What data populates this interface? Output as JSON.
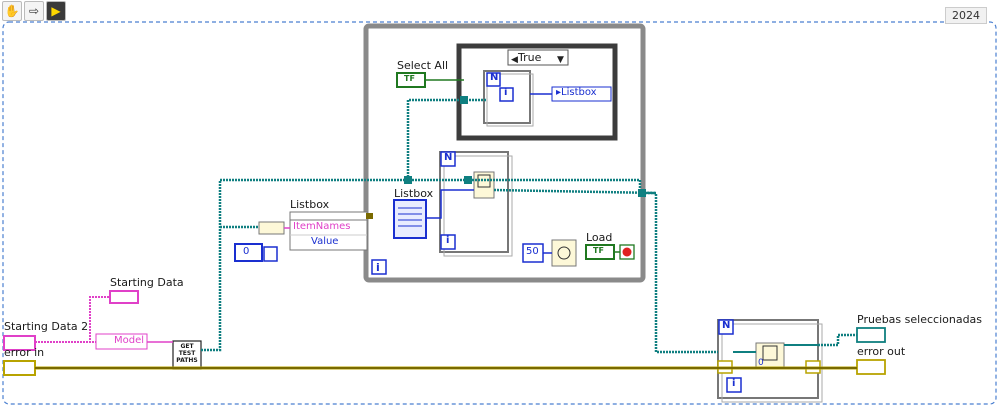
{
  "toolbar": {
    "icons": [
      "hand-icon",
      "arrow-right-icon",
      "run-arrow-icon"
    ]
  },
  "year": "2024",
  "labels": {
    "select_all": "Select All",
    "case_value": "True",
    "listbox_ref": "Listbox",
    "listbox_control": "Listbox",
    "listbox_node": "Listbox",
    "item_names": "ItemNames",
    "value": "Value",
    "load": "Load",
    "wait_ms": "50",
    "starting_data": "Starting Data",
    "starting_data_2": "Starting Data 2",
    "error_in": "error in",
    "model": "Model",
    "get_test_paths": "GET TEST PATHS",
    "pruebas": "Pruebas seleccionadas",
    "error_out": "error out",
    "zero_const": "0",
    "zero_idx": "0",
    "tf": "TF",
    "loop_n": "N",
    "loop_i": "i"
  },
  "colors": {
    "wire_blue": "#0f7f80",
    "wire_error": "#b8a300",
    "wire_cluster": "#e040c8",
    "loop_border": "#888888",
    "case_frame": "#4b4b4b",
    "numeric_blue": "#1a2fd0",
    "bool_green": "#207820",
    "dashed_border": "#4a7fd0"
  }
}
